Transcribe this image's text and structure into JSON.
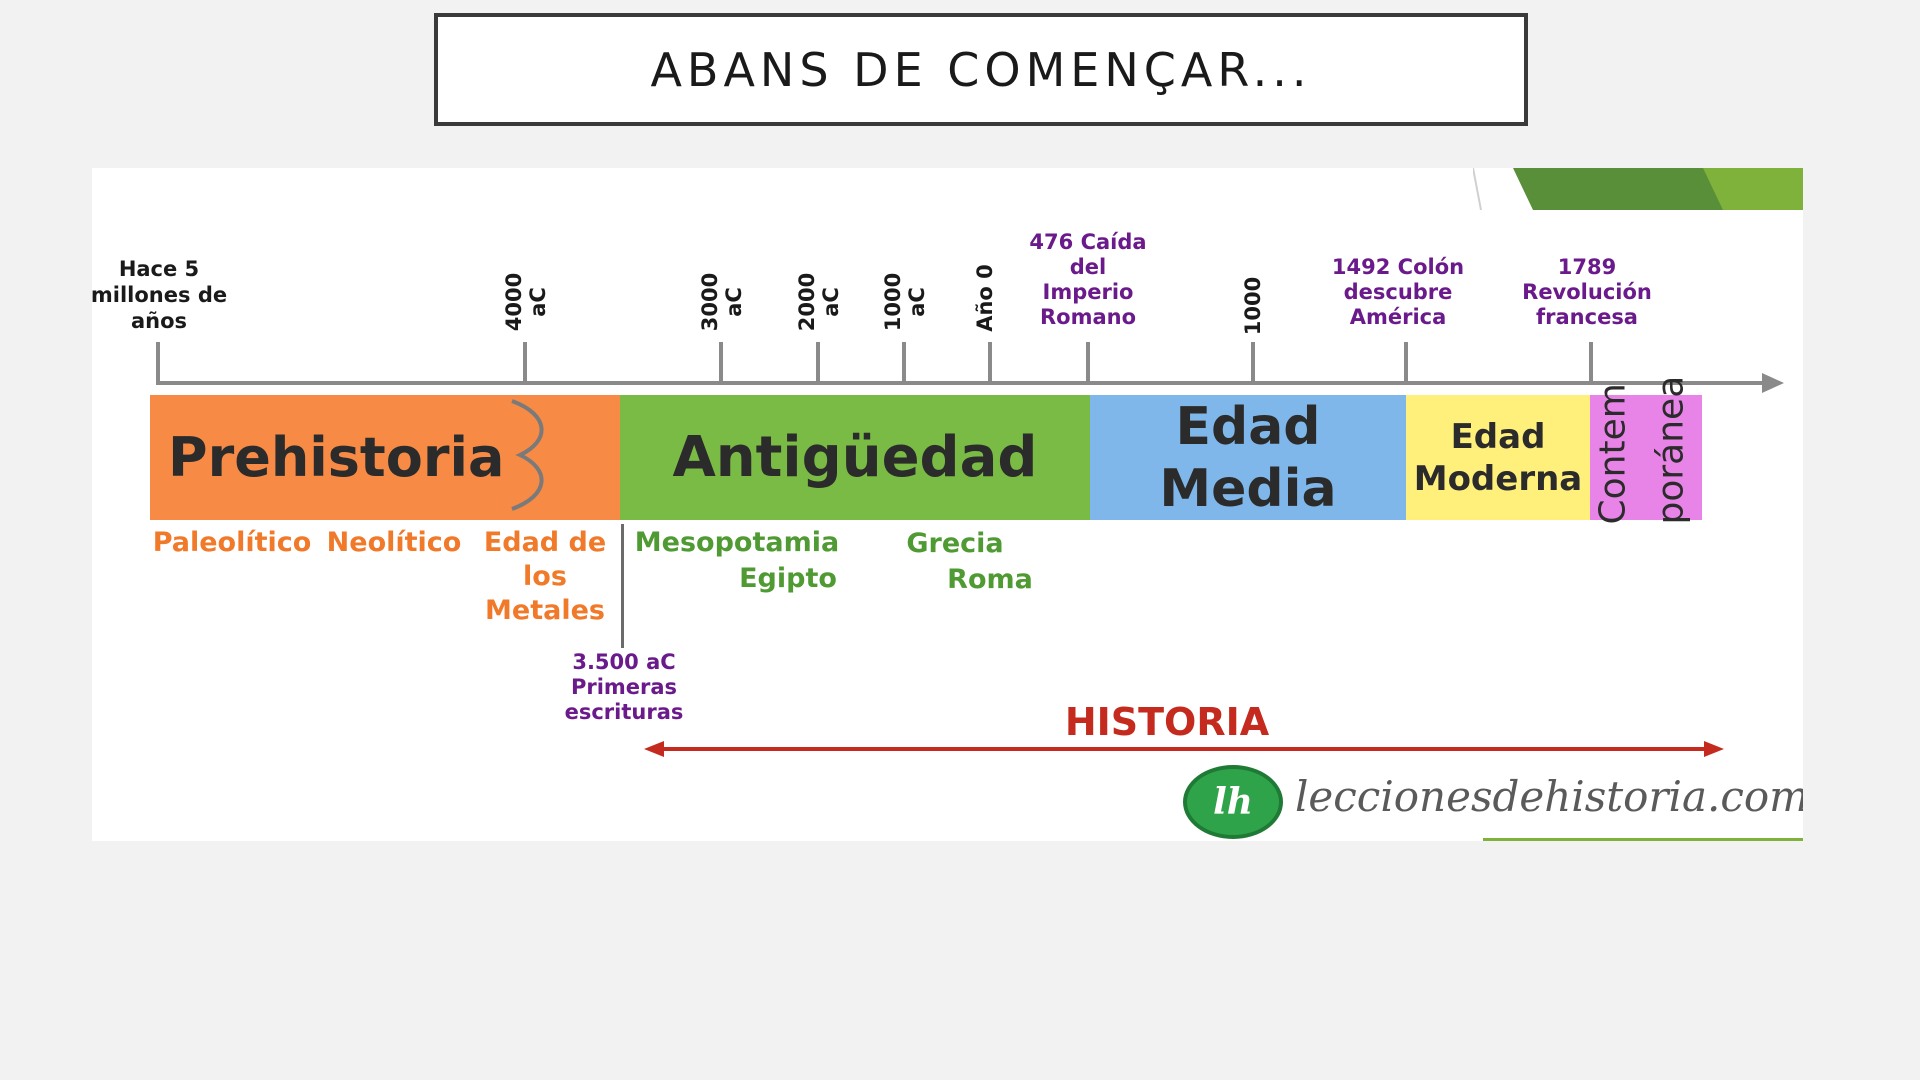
{
  "slide": {
    "title": "ABANS DE COMENÇAR..."
  },
  "timeline": {
    "start_label": "Hace 5\nmillones de\naños",
    "rotated_labels": [
      "4000 aC",
      "3000 aC",
      "2000 aC",
      "1000 aC",
      "Año 0",
      "1000"
    ],
    "event_labels": {
      "rome": "476 Caída\ndel\nImperio\nRomano",
      "columbus": "1492 Colón\ndescubre\nAmérica",
      "revolution": "1789\nRevolución\nfrancesa"
    },
    "eras": {
      "prehistoria": "Prehistoria",
      "antiguedad": "Antigüedad",
      "media": "Edad\nMedia",
      "moderna": "Edad\nModerna",
      "contemporanea_1": "Contem",
      "contemporanea_2": "poránea"
    },
    "sub_periods": {
      "paleolitico": "Paleolítico",
      "neolitico": "Neolítico",
      "metales": "Edad de\nlos\nMetales",
      "mesopotamia": "Mesopotamia",
      "egipto": "Egipto",
      "grecia": "Grecia",
      "roma": "Roma"
    },
    "writing_event": "3.500 aC\nPrimeras\nescrituras",
    "historia": "HISTORIA"
  },
  "logo": {
    "mark": "lh",
    "site": "leccionesdehistoria.com"
  },
  "colors": {
    "prehistoria": "#f78a45",
    "antiguedad": "#79bb45",
    "media": "#7fb7ea",
    "moderna": "#fff07c",
    "contemporanea": "#e884e8",
    "event_purple": "#6a1a8a",
    "historia_red": "#c42a1e"
  }
}
